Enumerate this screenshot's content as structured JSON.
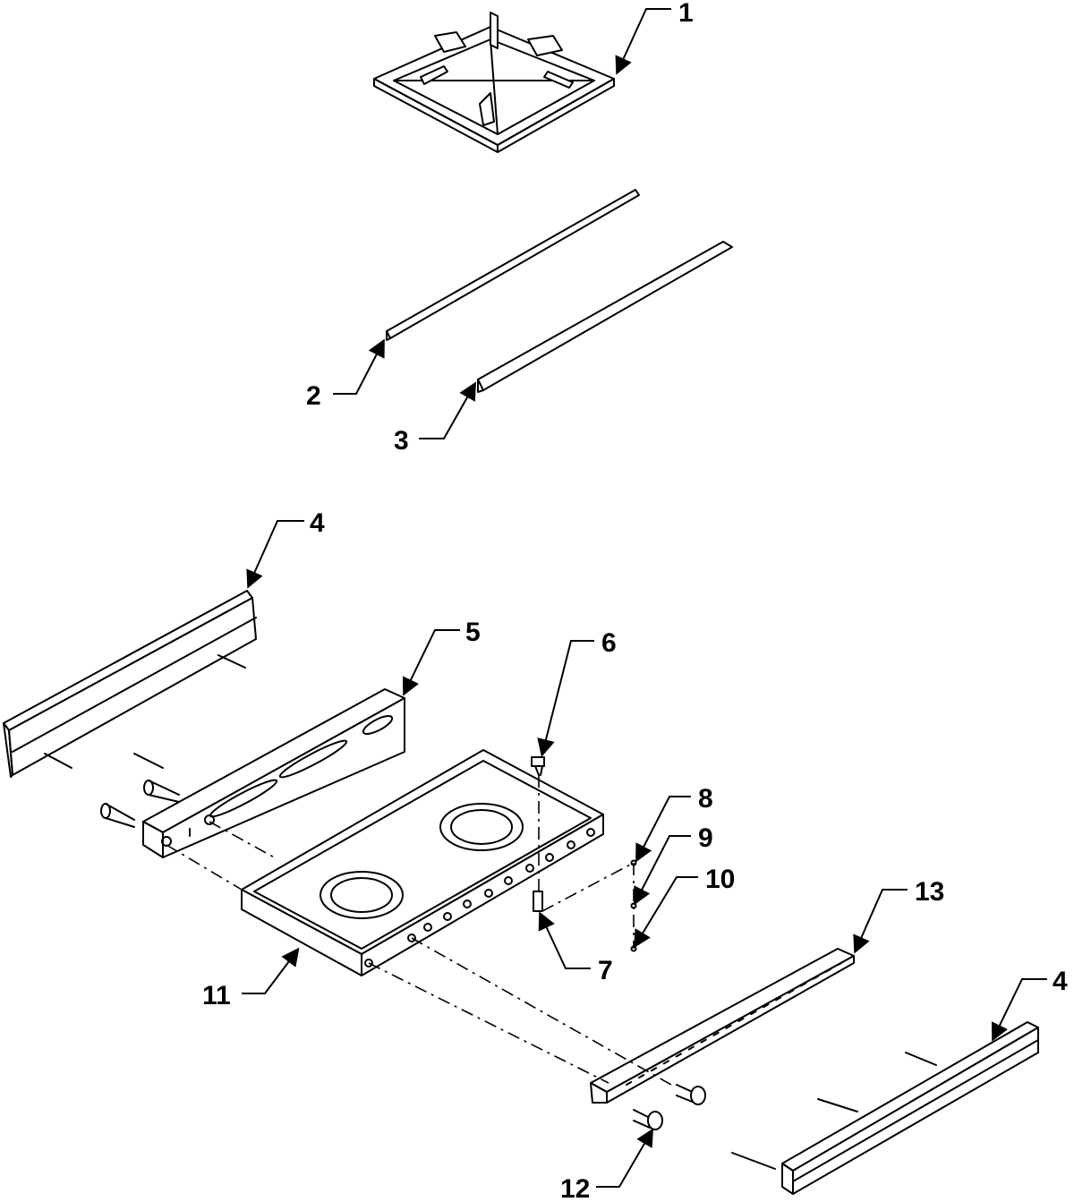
{
  "callouts": [
    {
      "id": "c1",
      "label": "1"
    },
    {
      "id": "c2",
      "label": "2"
    },
    {
      "id": "c3",
      "label": "3"
    },
    {
      "id": "c4a",
      "label": "4"
    },
    {
      "id": "c5",
      "label": "5"
    },
    {
      "id": "c6",
      "label": "6"
    },
    {
      "id": "c7",
      "label": "7"
    },
    {
      "id": "c8",
      "label": "8"
    },
    {
      "id": "c9",
      "label": "9"
    },
    {
      "id": "c10",
      "label": "10"
    },
    {
      "id": "c11",
      "label": "11"
    },
    {
      "id": "c12",
      "label": "12"
    },
    {
      "id": "c13",
      "label": "13"
    },
    {
      "id": "c4b",
      "label": "4"
    }
  ],
  "colors": {
    "line": "#000000",
    "background": "#ffffff"
  }
}
